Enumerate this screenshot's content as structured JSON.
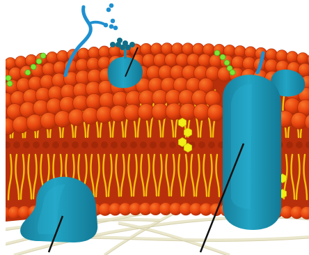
{
  "figure": {
    "colors": {
      "background": "#ffffff",
      "membrane_fill": "#b8300b",
      "membrane_dark": "#8e1f06",
      "head": "#e8450f",
      "head_highlight": "#f7762a",
      "head_shadow": "#b72e07",
      "tail": "#f4c20d",
      "tail_light": "#ffd84a",
      "protein": "#1f9cbc",
      "protein_dark": "#106f88",
      "glycan_blue": "#1e90d0",
      "cholesterol": "#f2ee18",
      "glycolipid_green": "#7ee636",
      "cytoskeleton": "#e8e4c8",
      "leader_line": "#111111"
    },
    "components": [
      {
        "name": "phospholipid-bilayer",
        "icon": "bilayer"
      },
      {
        "name": "peripheral-protein-top",
        "icon": "protein"
      },
      {
        "name": "integral-protein",
        "icon": "protein"
      },
      {
        "name": "peripheral-protein-bottom",
        "icon": "protein"
      },
      {
        "name": "cholesterol",
        "icon": "hexagon-chain"
      },
      {
        "name": "glycoprotein",
        "icon": "branching-chain"
      },
      {
        "name": "glycolipid",
        "icon": "bead-chain"
      },
      {
        "name": "cytoskeleton-filaments",
        "icon": "filaments"
      }
    ]
  }
}
